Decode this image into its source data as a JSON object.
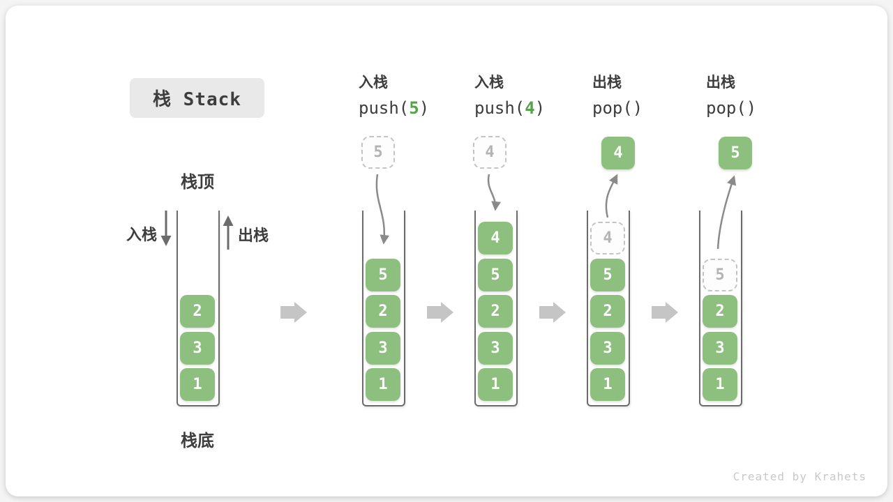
{
  "title": "栈 Stack",
  "watermark": "Created by Krahets",
  "side_labels": {
    "top": "栈顶",
    "bottom": "栈底",
    "push": "入栈",
    "pop": "出栈"
  },
  "colors": {
    "box_green": "#8dc07e",
    "code_number_green": "#55a24a",
    "text_dark": "#3d3d3d",
    "curved_arrow_gray": "#8a8a8a",
    "side_arrow_gray": "#6b6b6b",
    "block_arrow_gray": "#c5c5c5",
    "dashed_border_gray": "#c4c4c4",
    "well_border_gray": "#6b6b6b",
    "title_box_bg": "#e9e9e9",
    "watermark_gray": "#c9c9c9"
  },
  "stages": [
    {
      "name": "initial",
      "cells": [
        {
          "value": "2",
          "row": 2,
          "variant": "solid"
        },
        {
          "value": "3",
          "row": 3,
          "variant": "solid"
        },
        {
          "value": "1",
          "row": 4,
          "variant": "solid"
        }
      ]
    },
    {
      "name": "push-5",
      "header": {
        "op": "入栈",
        "code_pre": "push(",
        "code_num": "5",
        "code_suf": ")"
      },
      "float": {
        "value": "5",
        "variant": "dashed"
      },
      "cells": [
        {
          "value": "5",
          "row": 1,
          "variant": "solid"
        },
        {
          "value": "2",
          "row": 2,
          "variant": "solid"
        },
        {
          "value": "3",
          "row": 3,
          "variant": "solid"
        },
        {
          "value": "1",
          "row": 4,
          "variant": "solid"
        }
      ]
    },
    {
      "name": "push-4",
      "header": {
        "op": "入栈",
        "code_pre": "push(",
        "code_num": "4",
        "code_suf": ")"
      },
      "float": {
        "value": "4",
        "variant": "dashed"
      },
      "cells": [
        {
          "value": "4",
          "row": 0,
          "variant": "solid"
        },
        {
          "value": "5",
          "row": 1,
          "variant": "solid"
        },
        {
          "value": "2",
          "row": 2,
          "variant": "solid"
        },
        {
          "value": "3",
          "row": 3,
          "variant": "solid"
        },
        {
          "value": "1",
          "row": 4,
          "variant": "solid"
        }
      ]
    },
    {
      "name": "pop-4",
      "header": {
        "op": "出栈",
        "code_pre": "pop(",
        "code_num": "",
        "code_suf": ")"
      },
      "float": {
        "value": "4",
        "variant": "solid"
      },
      "cells": [
        {
          "value": "4",
          "row": 0,
          "variant": "dashed"
        },
        {
          "value": "5",
          "row": 1,
          "variant": "solid"
        },
        {
          "value": "2",
          "row": 2,
          "variant": "solid"
        },
        {
          "value": "3",
          "row": 3,
          "variant": "solid"
        },
        {
          "value": "1",
          "row": 4,
          "variant": "solid"
        }
      ]
    },
    {
      "name": "pop-5",
      "header": {
        "op": "出栈",
        "code_pre": "pop(",
        "code_num": "",
        "code_suf": ")"
      },
      "float": {
        "value": "5",
        "variant": "solid"
      },
      "cells": [
        {
          "value": "5",
          "row": 1,
          "variant": "dashed"
        },
        {
          "value": "2",
          "row": 2,
          "variant": "solid"
        },
        {
          "value": "3",
          "row": 3,
          "variant": "solid"
        },
        {
          "value": "1",
          "row": 4,
          "variant": "solid"
        }
      ]
    }
  ]
}
